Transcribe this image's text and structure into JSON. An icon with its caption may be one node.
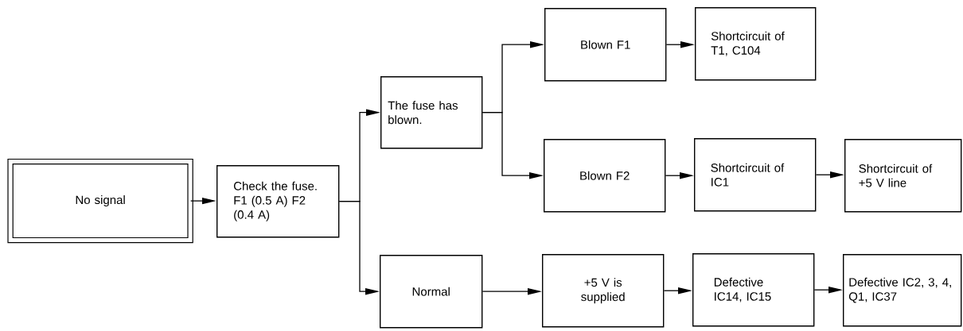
{
  "diagram": {
    "nodes": [
      {
        "text": [
          "No signal"
        ]
      },
      {
        "text": [
          "Check the fuse. F1 (0.5 A) F2 (0.4 A)"
        ]
      },
      {
        "text": [
          "The fuse has blown."
        ]
      },
      {
        "text": [
          "Normal"
        ]
      },
      {
        "text": [
          "Blown F1"
        ]
      },
      {
        "text": [
          "Shortcircuit of T1, C104"
        ]
      },
      {
        "text": [
          "Blown F2"
        ]
      },
      {
        "text": [
          "Shortcircuit of IC1"
        ]
      },
      {
        "text": [
          "Shortcircuit of +5 V line"
        ]
      },
      {
        "text": [
          "+5 V is supplied"
        ]
      },
      {
        "text": [
          "Defective IC14, IC15"
        ]
      },
      {
        "text": [
          "Defective IC2, 3, 4, Q1, IC37"
        ]
      }
    ],
    "edges": [
      {
        "from": 0,
        "to": 1,
        "arrow": "to"
      },
      {
        "from": 1,
        "to": 2,
        "arrow": "to"
      },
      {
        "from": 1,
        "to": 3,
        "arrow": "to"
      },
      {
        "from": 2,
        "to": 4,
        "arrow": "to"
      },
      {
        "from": 2,
        "to": 6,
        "arrow": "to"
      },
      {
        "from": 4,
        "to": 5,
        "arrow": "to"
      },
      {
        "from": 6,
        "to": 7,
        "arrow": "to"
      },
      {
        "from": 7,
        "to": 8,
        "arrow": "to"
      },
      {
        "from": 3,
        "to": 9,
        "arrow": "to"
      },
      {
        "from": 9,
        "to": 10,
        "arrow": "to"
      },
      {
        "from": 10,
        "to": 11,
        "arrow": "to"
      }
    ]
  }
}
